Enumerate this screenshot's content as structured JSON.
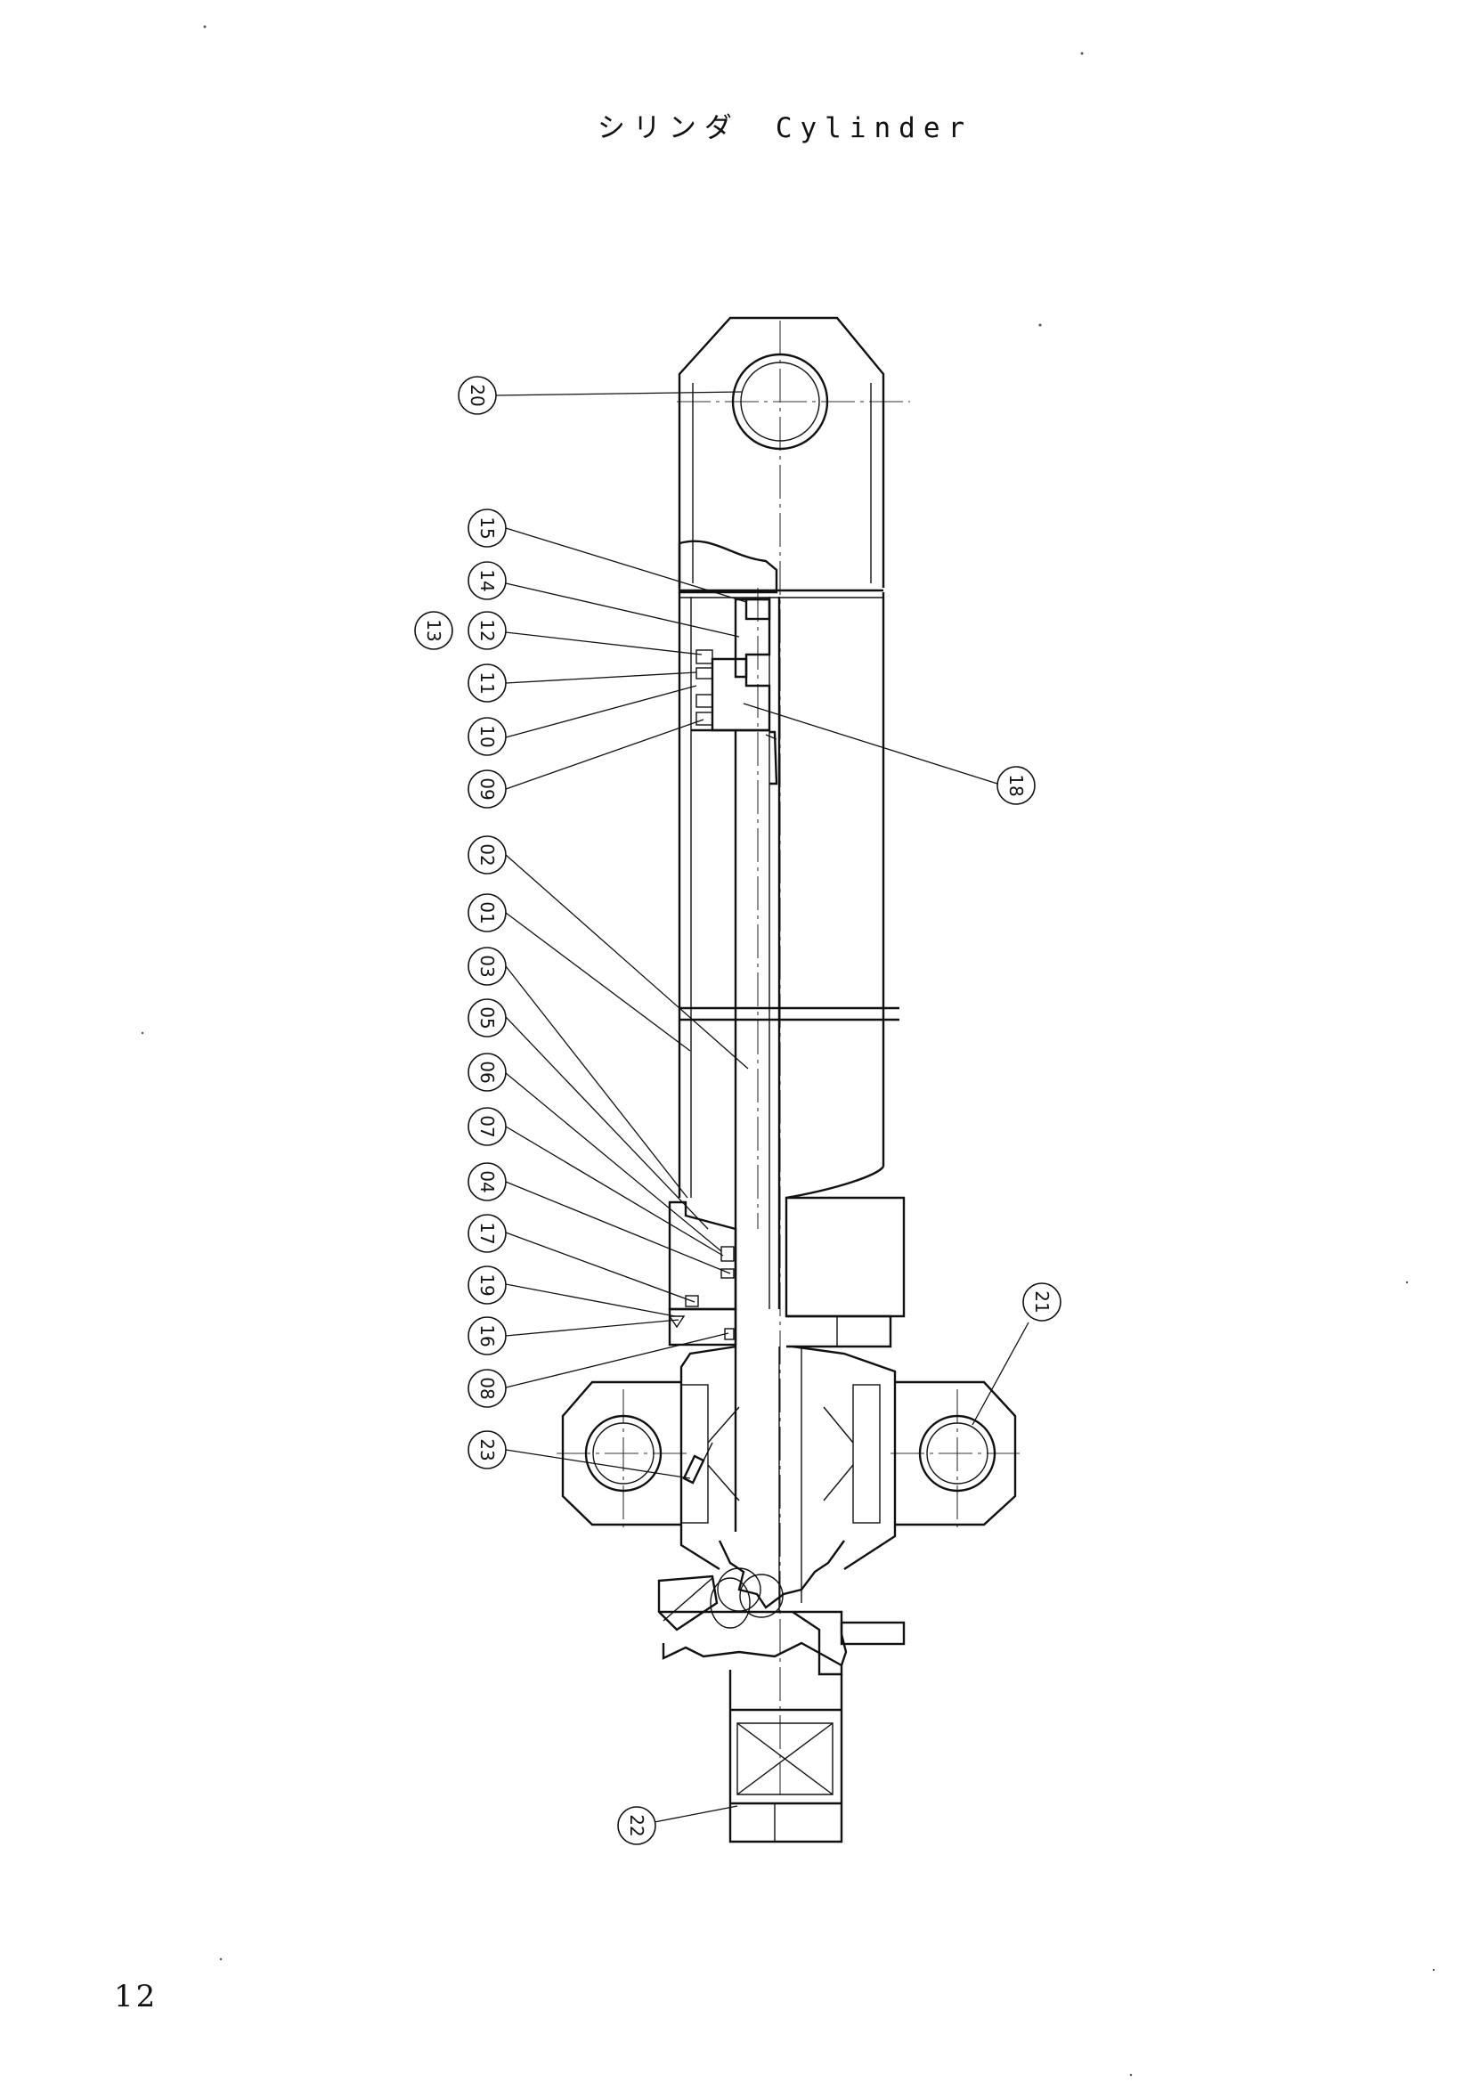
{
  "title": "シリンダ　Cylinder",
  "page_number": "12",
  "callouts": [
    {
      "id": "01",
      "label": "01"
    },
    {
      "id": "02",
      "label": "02"
    },
    {
      "id": "03",
      "label": "03"
    },
    {
      "id": "04",
      "label": "04"
    },
    {
      "id": "05",
      "label": "05"
    },
    {
      "id": "06",
      "label": "06"
    },
    {
      "id": "07",
      "label": "07"
    },
    {
      "id": "08",
      "label": "08"
    },
    {
      "id": "09",
      "label": "09"
    },
    {
      "id": "10",
      "label": "10"
    },
    {
      "id": "11",
      "label": "11"
    },
    {
      "id": "12",
      "label": "12"
    },
    {
      "id": "13",
      "label": "13"
    },
    {
      "id": "14",
      "label": "14"
    },
    {
      "id": "15",
      "label": "15"
    },
    {
      "id": "16",
      "label": "16"
    },
    {
      "id": "17",
      "label": "17"
    },
    {
      "id": "18",
      "label": "18"
    },
    {
      "id": "19",
      "label": "19"
    },
    {
      "id": "20",
      "label": "20"
    },
    {
      "id": "21",
      "label": "21"
    },
    {
      "id": "22",
      "label": "22"
    },
    {
      "id": "23",
      "label": "23"
    }
  ]
}
